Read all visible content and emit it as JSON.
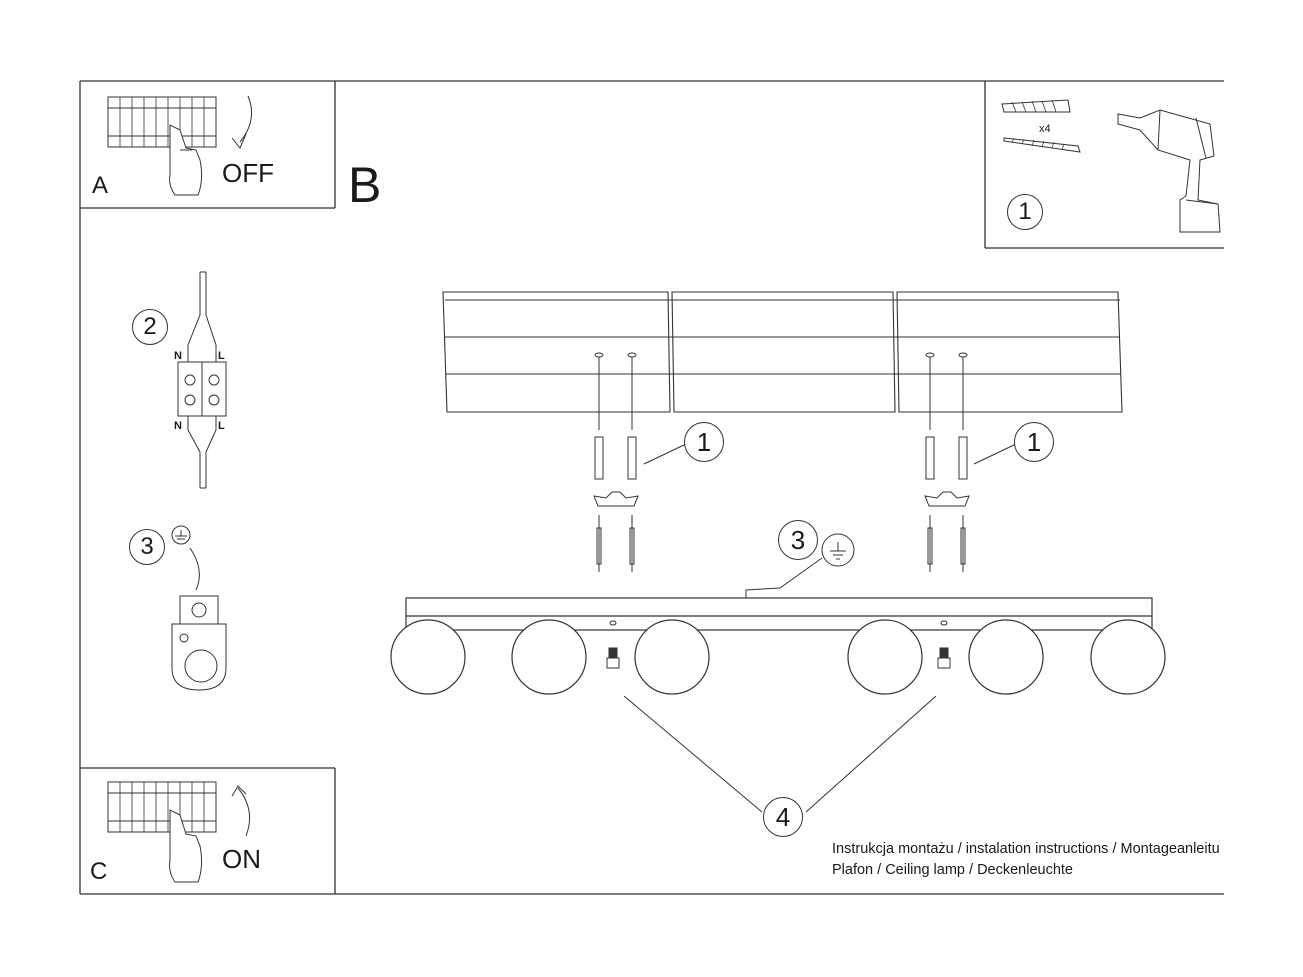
{
  "panel_a": {
    "letter": "A",
    "action": "OFF"
  },
  "panel_b": {
    "letter": "B"
  },
  "panel_c": {
    "letter": "C",
    "action": "ON"
  },
  "tools": {
    "step": "1",
    "quantity": "x4"
  },
  "wiring": {
    "step": "2",
    "n_label": "N",
    "l_label": "L"
  },
  "ground": {
    "step": "3"
  },
  "callouts": {
    "anchor": "1",
    "earth": "3",
    "bulbs": "4"
  },
  "footer": {
    "line1": "Instrukcja montażu / instalation instructions / Montageanleitu",
    "line2": "Plafon / Ceiling lamp / Deckenleuchte"
  }
}
